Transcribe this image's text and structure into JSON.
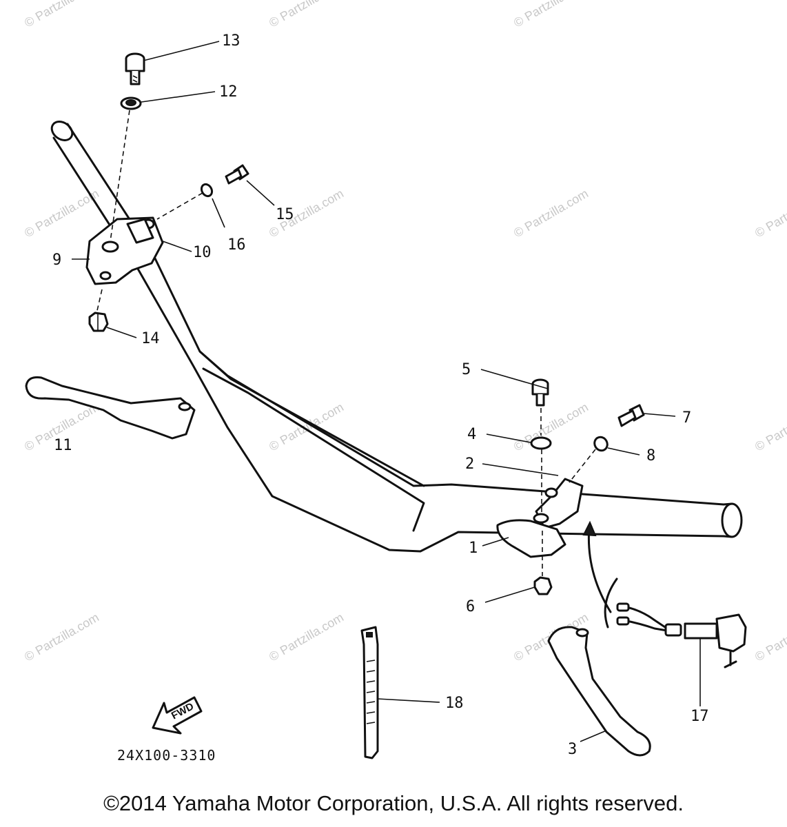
{
  "diagram": {
    "callouts": [
      "1",
      "2",
      "3",
      "4",
      "5",
      "6",
      "7",
      "8",
      "9",
      "10",
      "11",
      "12",
      "13",
      "14",
      "15",
      "16",
      "17",
      "18"
    ],
    "part_number": "24X100-3310",
    "fwd_label": "FWD"
  },
  "watermark": "© Partzilla.com",
  "footer": {
    "copyright": "©2014 Yamaha Motor Corporation, U.S.A. All rights reserved."
  }
}
